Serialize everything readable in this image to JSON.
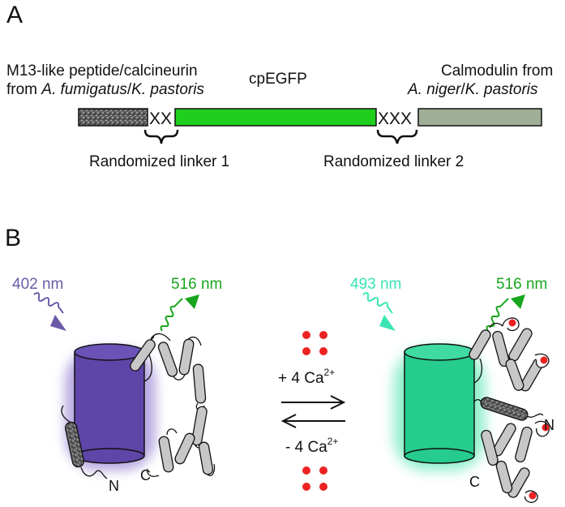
{
  "panel_a": {
    "letter": "A",
    "label_left_1": "M13-like peptide/calcineurin",
    "label_left_2_pre": "from ",
    "label_left_2_it1": "A. fumigatus",
    "label_left_2_mid": "/",
    "label_left_2_it2": "K. pastoris",
    "label_center": "cpEGFP",
    "label_right_1": "Calmodulin from",
    "label_right_2_it1": "A. niger",
    "label_right_2_mid": "/",
    "label_right_2_it2": "K. pastoris",
    "linker1_code": "XX",
    "linker2_code": "XXX",
    "linker1_label": "Randomized linker 1",
    "linker2_label": "Randomized linker 2",
    "colors": {
      "peptide": "#6a6a6a",
      "cpegfp": "#1ecf1e",
      "calmodulin": "#9fae96"
    }
  },
  "panel_b": {
    "letter": "B",
    "left_excitation": "402 nm",
    "left_emission": "516 nm",
    "right_excitation": "493 nm",
    "right_emission": "516 nm",
    "forward_label": "+ 4 Ca",
    "reverse_label": "- 4 Ca",
    "superscript": "2+",
    "n_terminus": "N",
    "c_terminus": "C",
    "colors": {
      "violet": "#6b5aa8",
      "green": "#17a61d",
      "cyan": "#39e6b3",
      "barrel_off": "#5e45a8",
      "barrel_on": "#25cc8e",
      "calcium": "#ee2222",
      "helix": "#c7c7c7"
    }
  }
}
